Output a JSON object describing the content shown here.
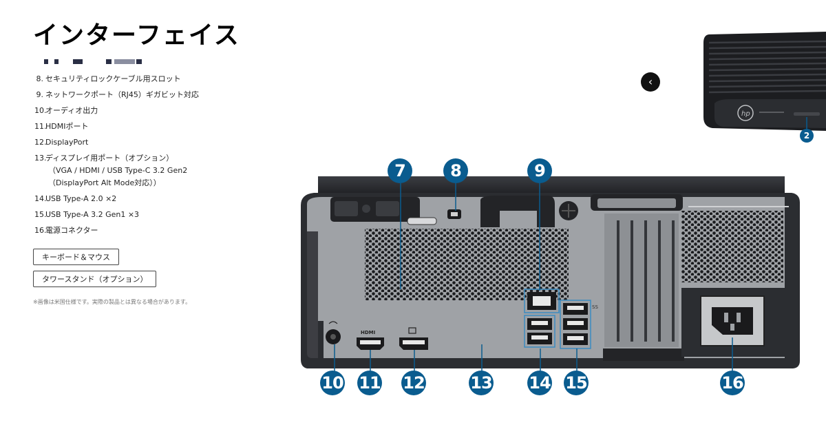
{
  "page": {
    "title": "インターフェイス"
  },
  "specs": [
    {
      "num": "8.",
      "text": "セキュリティロックケーブル用スロット"
    },
    {
      "num": "9.",
      "text": "ネットワークポート（RJ45）ギガビット対応"
    },
    {
      "num": "10.",
      "text": "オーディオ出力"
    },
    {
      "num": "11.",
      "text": "HDMIポート"
    },
    {
      "num": "12.",
      "text": "DisplayPort"
    },
    {
      "num": "13.",
      "text": "ディスプレイ用ポート（オプション）",
      "sub": "（VGA / HDMI / USB Type-C 3.2 Gen2（DisplayPort Alt Mode対応））"
    },
    {
      "num": "14.",
      "text": "USB Type-A 2.0 ×2"
    },
    {
      "num": "15.",
      "text": "USB Type-A 3.2 Gen1 ×3"
    },
    {
      "num": "16.",
      "text": "電源コネクター"
    }
  ],
  "buttons": {
    "keyboard_mouse": "キーボード＆マウス",
    "tower_stand": "タワースタンド（オプション）"
  },
  "note": "※画像は米国仕様です。実際の製品とは異なる場合があります。",
  "carousel": {
    "prev_icon": "chevron-left-icon",
    "prev_glyph": "‹"
  },
  "callouts": {
    "c2": "2",
    "c7": "7",
    "c8": "8",
    "c9": "9",
    "c10": "10",
    "c11": "11",
    "c12": "12",
    "c13": "13",
    "c14": "14",
    "c15": "15",
    "c16": "16"
  },
  "port_labels": {
    "hdmi": "HDMI",
    "ss": "SS"
  },
  "colors": {
    "callout": "#0a5c8f",
    "chassis": "#2b2d31",
    "panel": "#9fa2a6"
  }
}
